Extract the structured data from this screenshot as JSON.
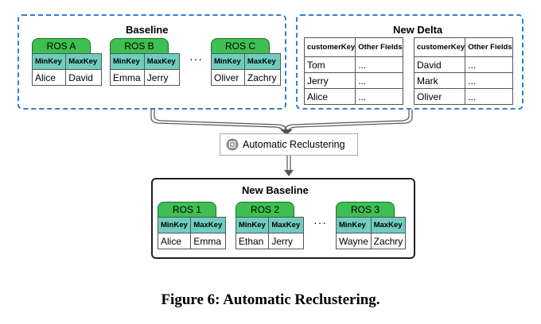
{
  "baseline": {
    "title": "Baseline",
    "ros": [
      {
        "name": "ROS A",
        "header": [
          "MinKey",
          "MaxKey"
        ],
        "row": [
          "Alice",
          "David"
        ]
      },
      {
        "name": "ROS B",
        "header": [
          "MinKey",
          "MaxKey"
        ],
        "row": [
          "Emma",
          "Jerry"
        ]
      },
      {
        "name": "ROS C",
        "header": [
          "MinKey",
          "MaxKey"
        ],
        "row": [
          "Oliver",
          "Zachry"
        ]
      }
    ],
    "ellipsis": "···"
  },
  "delta": {
    "title": "New Delta",
    "tables": [
      {
        "header": [
          "customerKey",
          "Other Fields"
        ],
        "rows": [
          [
            "Tom",
            "..."
          ],
          [
            "Jerry",
            "..."
          ],
          [
            "Alice",
            "..."
          ]
        ]
      },
      {
        "header": [
          "customerKey",
          "Other Fields"
        ],
        "rows": [
          [
            "David",
            "..."
          ],
          [
            "Mark",
            "..."
          ],
          [
            "Oliver",
            "..."
          ]
        ]
      }
    ]
  },
  "process": {
    "label": "Automatic Reclustering",
    "icon": "chip-icon"
  },
  "new_baseline": {
    "title": "New Baseline",
    "ros": [
      {
        "name": "ROS 1",
        "header": [
          "MinKey",
          "MaxKey"
        ],
        "row": [
          "Alice",
          "Emma"
        ]
      },
      {
        "name": "ROS 2",
        "header": [
          "MinKey",
          "MaxKey"
        ],
        "row": [
          "Ethan",
          "Jerry"
        ]
      },
      {
        "name": "ROS 3",
        "header": [
          "MinKey",
          "MaxKey"
        ],
        "row": [
          "Wayne",
          "Zachry"
        ]
      }
    ],
    "ellipsis": "···"
  },
  "caption": "Figure 6: Automatic Reclustering.",
  "colors": {
    "dash_border": "#2f7fd6",
    "ros_tab": "#3dbf52",
    "ros_header": "#6fcdc0"
  }
}
